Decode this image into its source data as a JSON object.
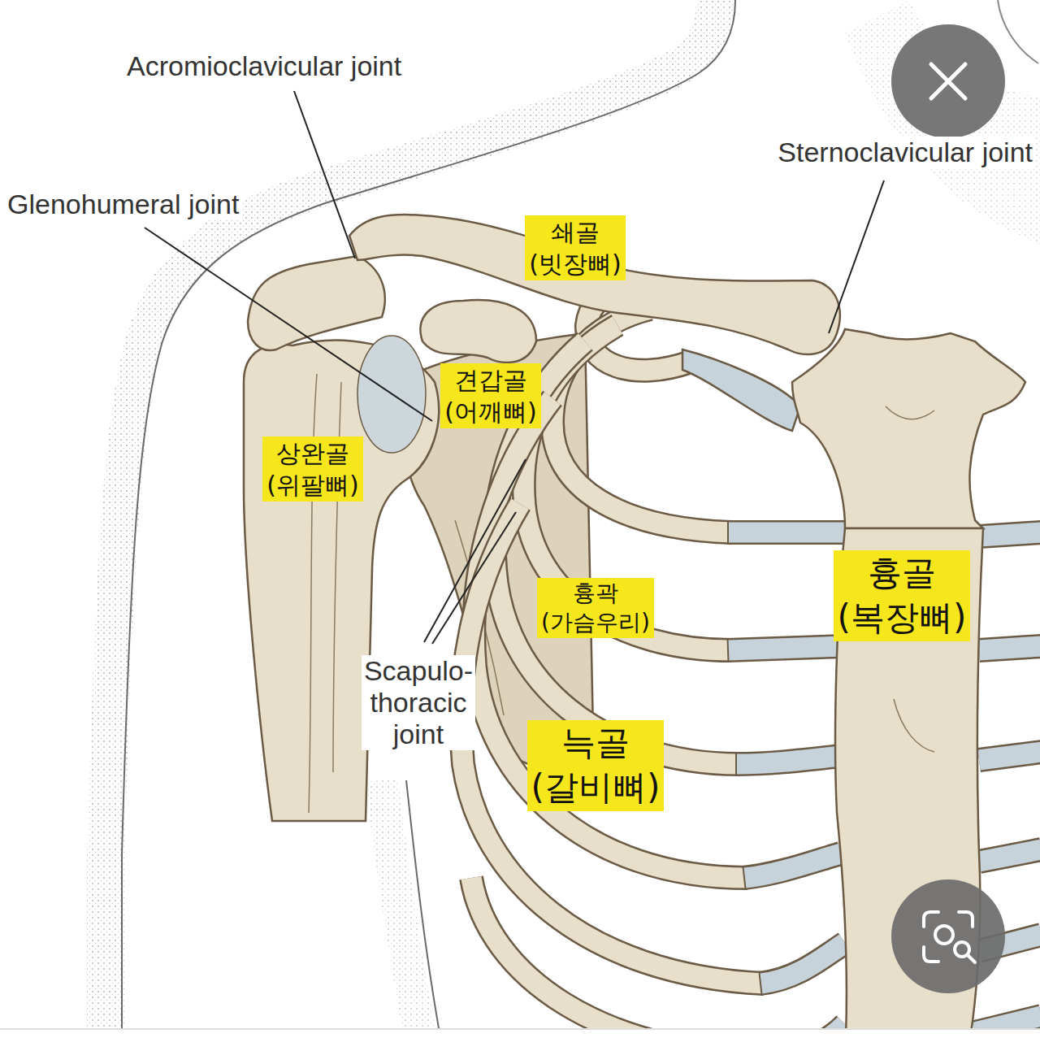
{
  "diagram": {
    "nodes": [
      {
        "text": [
          "쇄골 (빗장뼈)"
        ]
      },
      {
        "text": [
          "견갑골 (어깨뼈)"
        ]
      },
      {
        "text": [
          "상완골 (위팔뼈)"
        ]
      },
      {
        "text": [
          "흉곽 (가슴우리)"
        ]
      },
      {
        "text": [
          "흉골(복장뼈)"
        ]
      },
      {
        "text": [
          "늑골(갈비뼈)"
        ]
      }
    ],
    "labels": [
      "Acromioclavicular joint",
      "Sternoclavicular joint",
      "Glenohumeral joint",
      "Scapulo- thoracic joint"
    ]
  }
}
